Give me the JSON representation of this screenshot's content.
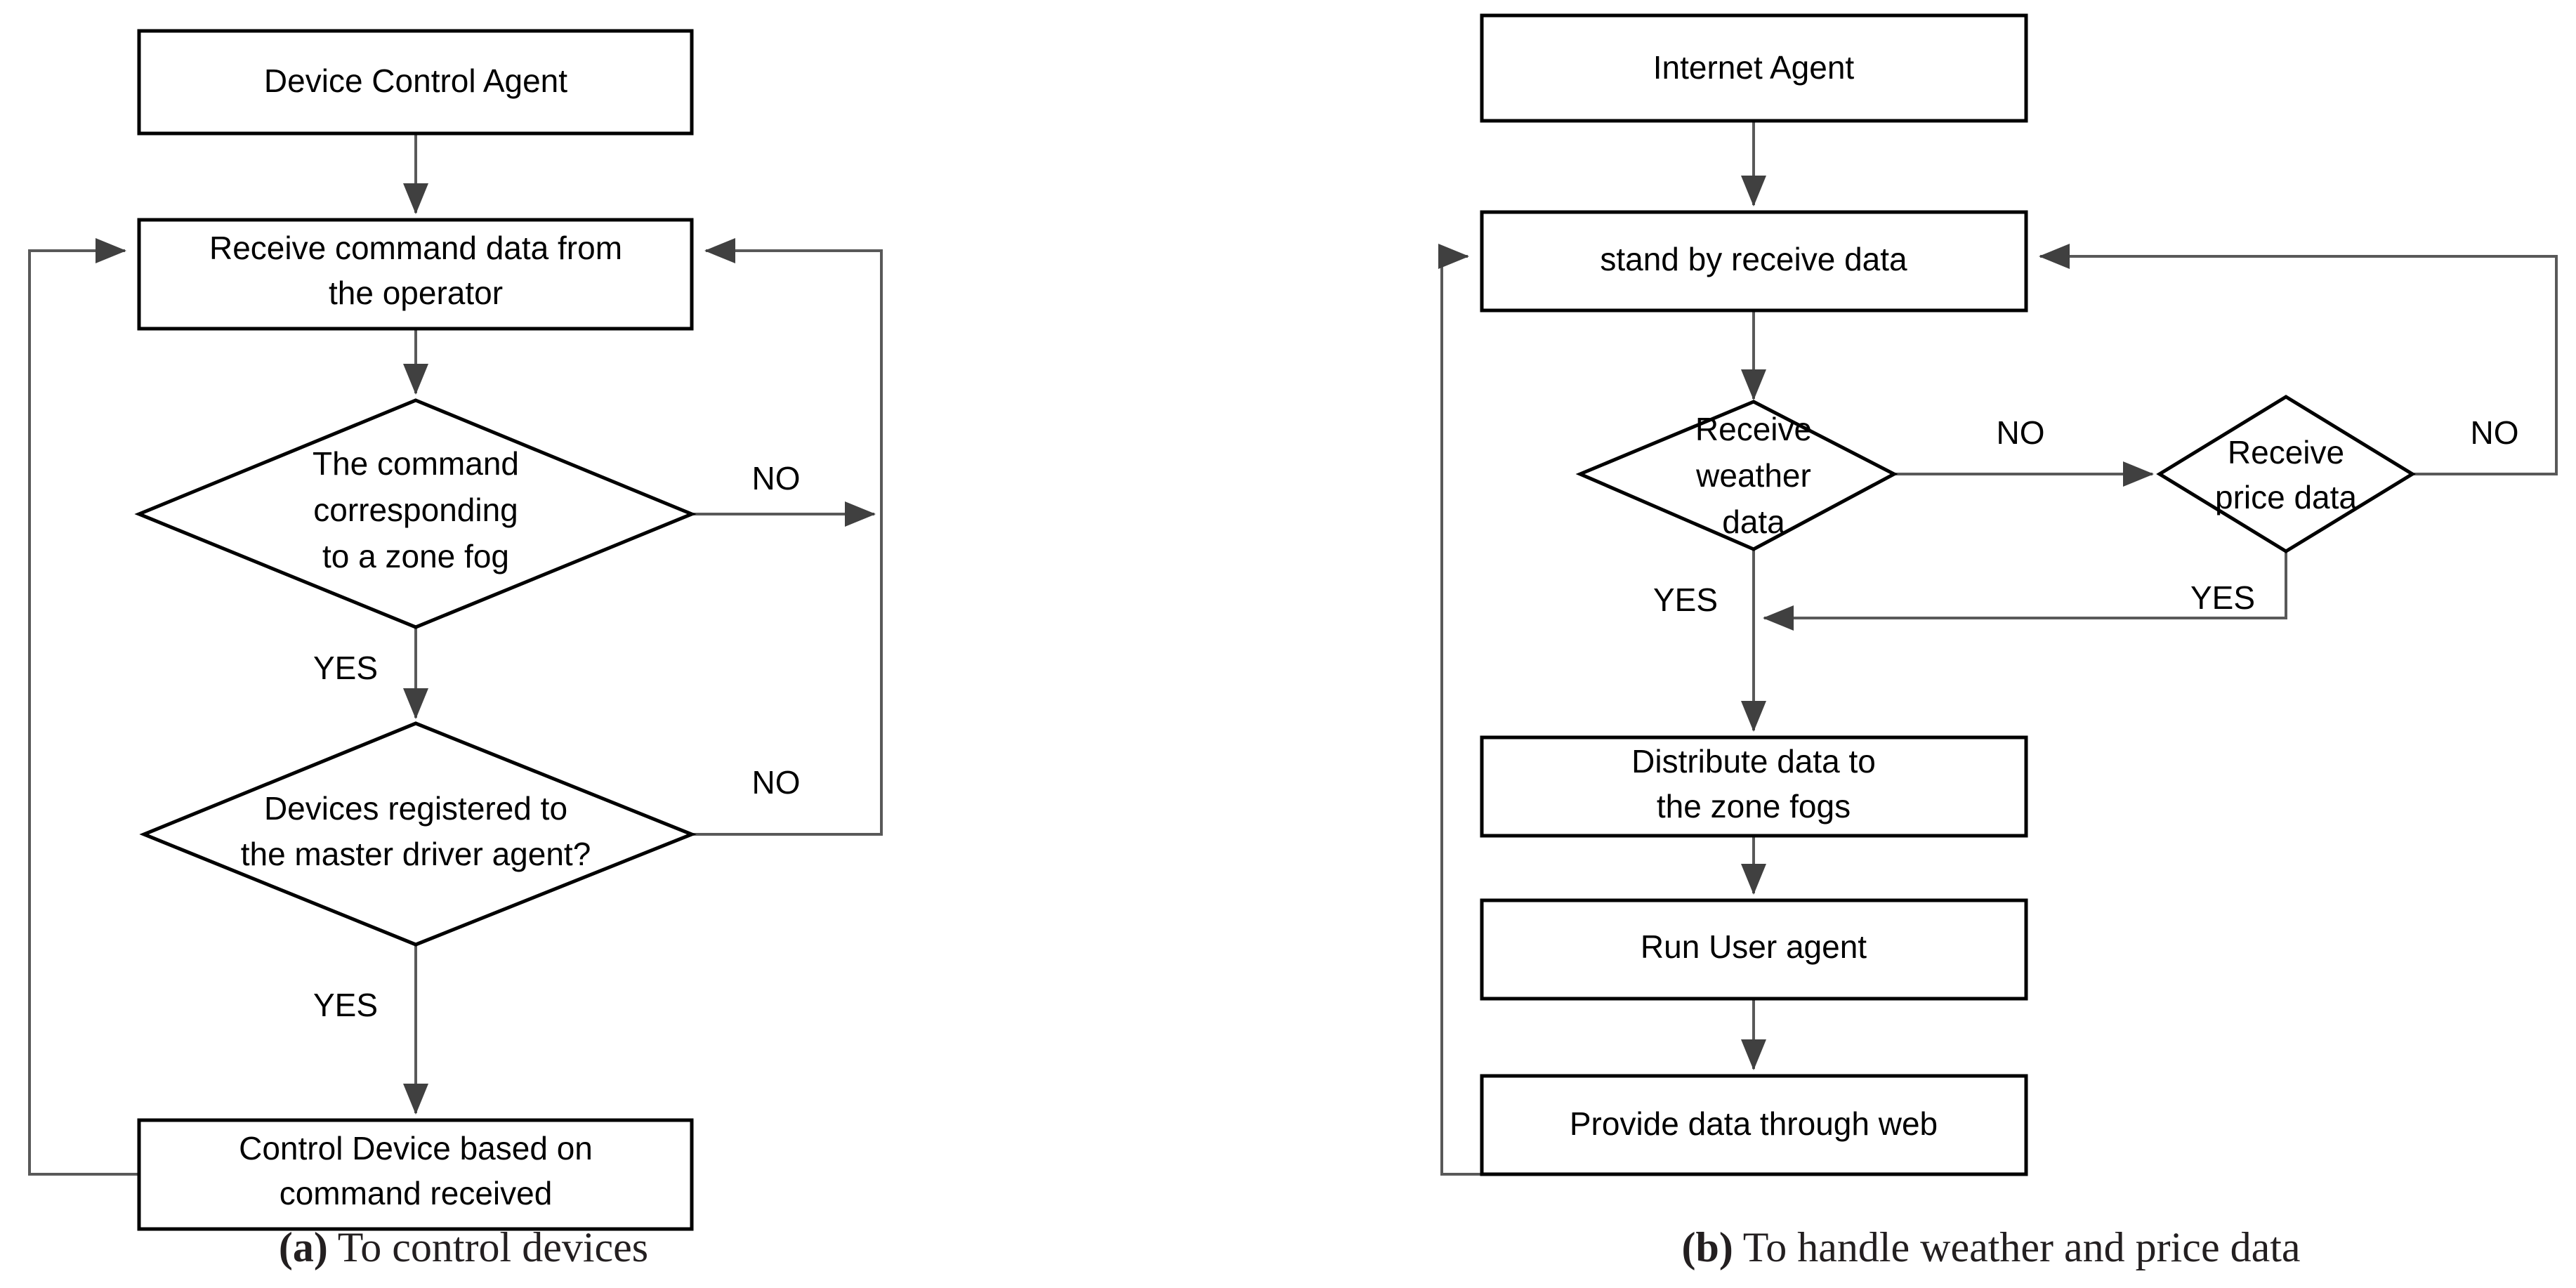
{
  "figure": {
    "panels": [
      {
        "id": "panel-a",
        "caption_tag": "(a)",
        "caption_text": " To control devices",
        "nodes": [
          {
            "id": "a-start",
            "type": "process",
            "lines": [
              "Device Control Agent"
            ]
          },
          {
            "id": "a-receive",
            "type": "process",
            "lines": [
              "Receive command data from",
              "the operator"
            ]
          },
          {
            "id": "a-dec1",
            "type": "decision",
            "lines": [
              "The command",
              "corresponding",
              "to a zone fog"
            ]
          },
          {
            "id": "a-dec2",
            "type": "decision",
            "lines": [
              "Devices registered to",
              "the master driver agent?"
            ]
          },
          {
            "id": "a-control",
            "type": "process",
            "lines": [
              "Control Device based on",
              "command received"
            ]
          }
        ],
        "edges": [
          {
            "id": "a-e1",
            "from": "a-start",
            "to": "a-receive",
            "label": ""
          },
          {
            "id": "a-e2",
            "from": "a-receive",
            "to": "a-dec1",
            "label": ""
          },
          {
            "id": "a-e3",
            "from": "a-dec1",
            "to": "a-dec2",
            "label": "YES"
          },
          {
            "id": "a-e4",
            "from": "a-dec1",
            "to": "",
            "label": "NO"
          },
          {
            "id": "a-e5",
            "from": "a-dec2",
            "to": "a-control",
            "label": "YES"
          },
          {
            "id": "a-e6",
            "from": "a-dec2",
            "to": "a-receive",
            "label": "NO"
          },
          {
            "id": "a-e7",
            "from": "a-control",
            "to": "a-receive",
            "label": ""
          }
        ]
      },
      {
        "id": "panel-b",
        "caption_tag": "(b)",
        "caption_text": " To handle weather and price data",
        "nodes": [
          {
            "id": "b-start",
            "type": "process",
            "lines": [
              "Internet Agent"
            ]
          },
          {
            "id": "b-standby",
            "type": "process",
            "lines": [
              "stand by receive data"
            ]
          },
          {
            "id": "b-weather",
            "type": "decision",
            "lines": [
              "Receive",
              "weather",
              "data"
            ]
          },
          {
            "id": "b-price",
            "type": "decision",
            "lines": [
              "Receive",
              "price data"
            ]
          },
          {
            "id": "b-distribute",
            "type": "process",
            "lines": [
              "Distribute data to",
              "the zone fogs"
            ]
          },
          {
            "id": "b-runuser",
            "type": "process",
            "lines": [
              "Run User agent"
            ]
          },
          {
            "id": "b-provide",
            "type": "process",
            "lines": [
              "Provide data through web"
            ]
          }
        ],
        "edges": [
          {
            "id": "b-e1",
            "from": "b-start",
            "to": "b-standby",
            "label": ""
          },
          {
            "id": "b-e2",
            "from": "b-standby",
            "to": "b-weather",
            "label": ""
          },
          {
            "id": "b-e3",
            "from": "b-weather",
            "to": "b-price",
            "label": "NO"
          },
          {
            "id": "b-e4",
            "from": "b-weather",
            "to": "b-distribute",
            "label": "YES"
          },
          {
            "id": "b-e5",
            "from": "b-price",
            "to": "b-standby",
            "label": "NO"
          },
          {
            "id": "b-e6",
            "from": "b-price",
            "to": "b-distribute",
            "label": "YES"
          },
          {
            "id": "b-e7",
            "from": "b-distribute",
            "to": "b-runuser",
            "label": ""
          },
          {
            "id": "b-e8",
            "from": "b-runuser",
            "to": "b-provide",
            "label": ""
          },
          {
            "id": "b-e9",
            "from": "b-provide",
            "to": "b-standby",
            "label": ""
          }
        ]
      }
    ],
    "colors": {
      "shape_stroke": "#000000",
      "shape_fill": "#ffffff",
      "connector": "#595959",
      "text": "#000000",
      "caption_text": "#231f20",
      "background": "#ffffff"
    }
  }
}
